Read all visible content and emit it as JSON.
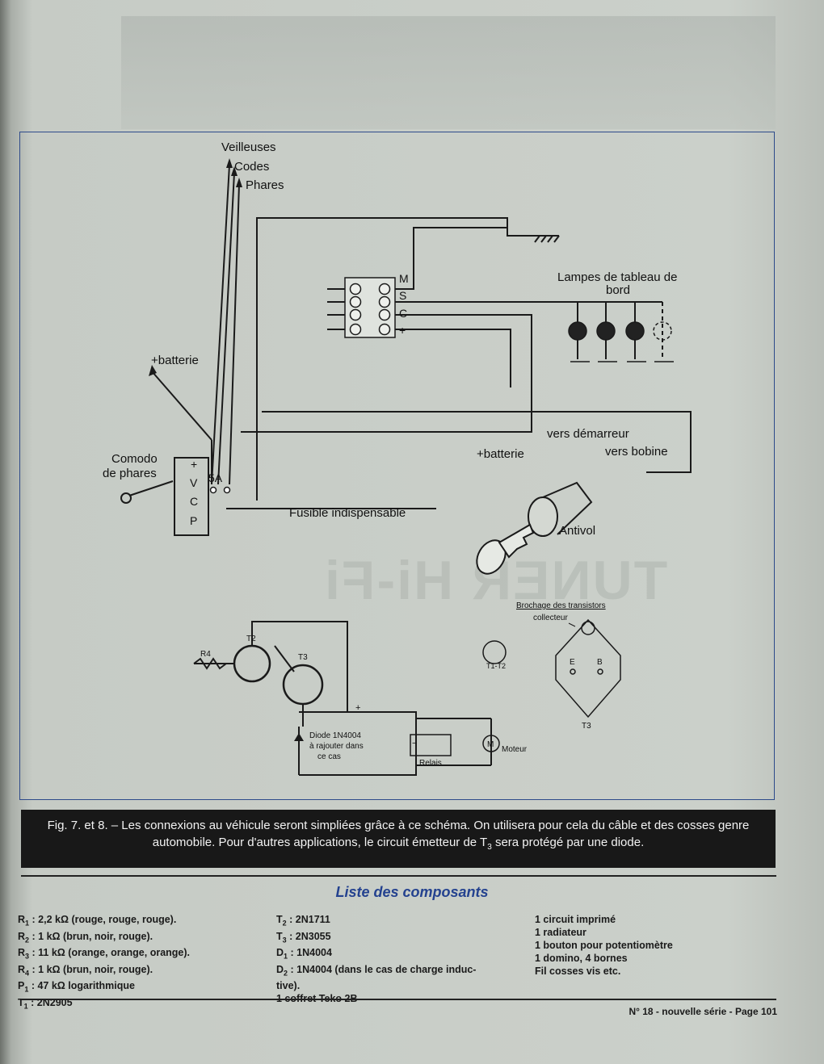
{
  "diagram": {
    "veilleuses": "Veilleuses",
    "codes": "Codes",
    "phares": "Phares",
    "lampes_line1": "Lampes de tableau de",
    "lampes_line2": "bord",
    "term_M": "M",
    "term_S": "S",
    "term_C": "C",
    "term_plus": "+",
    "batterie_left": "+batterie",
    "comodo_line1": "Comodo",
    "comodo_line2": "de phares",
    "comodo_plus": "+",
    "comodo_V": "V",
    "comodo_C": "C",
    "comodo_P": "P",
    "fuse_rating": "5A",
    "fusible": "Fusible indispensable",
    "vers_demarreur": "vers démarreur",
    "batterie_right": "+batterie",
    "vers_bobine": "vers bobine",
    "antivol": "Antivol",
    "r4": "R4",
    "t2": "T2",
    "t3": "T3",
    "diode_line1": "Diode 1N4004",
    "diode_line2": "à rajouter dans",
    "diode_line3": "ce cas",
    "relais": "Relais",
    "moteur_symbol": "M",
    "moteur": "Moteur",
    "plus_top": "+",
    "minus_relay": "−",
    "brochage": "Brochage des transistors",
    "collecteur": "collecteur",
    "t1t2": "T1-T2",
    "pin_e": "E",
    "pin_b": "B",
    "t3_case": "T3"
  },
  "caption": {
    "text_a": "Fig. 7. et 8. – Les connexions au véhicule seront simpliées grâce à ce schéma. On utilisera pour cela du câble et des cosses genre automobile. Pour d'autres applications, le circuit émetteur de T",
    "sub": "3",
    "text_b": " sera protégé par une diode."
  },
  "components": {
    "title": "Liste des composants",
    "col1": [
      {
        "ref": "R",
        "sub": "1",
        "text": " : 2,2 kΩ (rouge, rouge, rouge)."
      },
      {
        "ref": "R",
        "sub": "2",
        "text": " : 1 kΩ (brun, noir, rouge)."
      },
      {
        "ref": "R",
        "sub": "3",
        "text": " : 11 kΩ (orange, orange, orange)."
      },
      {
        "ref": "R",
        "sub": "4",
        "text": " : 1 kΩ (brun, noir, rouge)."
      },
      {
        "ref": "P",
        "sub": "1",
        "text": " : 47 kΩ logarithmique"
      },
      {
        "ref": "T",
        "sub": "1",
        "text": " : 2N2905"
      }
    ],
    "col2": [
      {
        "ref": "T",
        "sub": "2",
        "text": " : 2N1711"
      },
      {
        "ref": "T",
        "sub": "3",
        "text": " : 2N3055"
      },
      {
        "ref": "D",
        "sub": "1",
        "text": " : 1N4004"
      },
      {
        "ref": "D",
        "sub": "2",
        "text": " : 1N4004 (dans le cas de charge induc-"
      },
      {
        "ref": "",
        "sub": "",
        "text": "tive)."
      },
      {
        "ref": "",
        "sub": "",
        "text": "1 coffret Teko 2B"
      }
    ],
    "col3": [
      "1 circuit imprimé",
      "1 radiateur",
      "1 bouton pour potentiomètre",
      "1 domino, 4 bornes",
      "Fil cosses vis etc."
    ]
  },
  "footer": "N° 18 - nouvelle série - Page 101"
}
